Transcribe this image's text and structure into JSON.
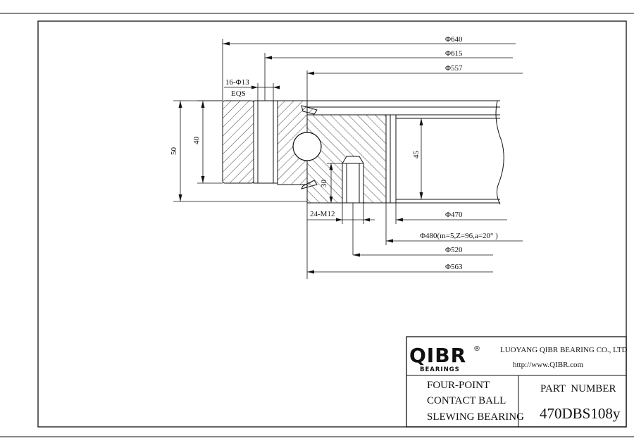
{
  "drawing": {
    "dimensions": {
      "d640": "Φ640",
      "d615": "Φ615",
      "d557": "Φ557",
      "holes": "16-Φ13",
      "eqs": "EQS",
      "h50": "50",
      "h40": "40",
      "h45": "45",
      "h30": "30",
      "m12": "24-M12",
      "d470": "Φ470",
      "d480": "Φ480(m=5,Z=96,a=20° )",
      "d520": "Φ520",
      "d563": "Φ563"
    }
  },
  "title_block": {
    "logo_text": "QIBR",
    "logo_reg": "®",
    "logo_sub": "BEARINGS",
    "company": "LUOYANG QIBR BEARING CO., LTD",
    "website": "http://www.QIBR.com",
    "description_lines": [
      "FOUR-POINT",
      "CONTACT BALL",
      "SLEWING BEARING"
    ],
    "part_number_label": "PART  NUMBER",
    "part_number": "470DBS108y"
  },
  "colors": {
    "line": "#111111",
    "logo": "#111111"
  }
}
